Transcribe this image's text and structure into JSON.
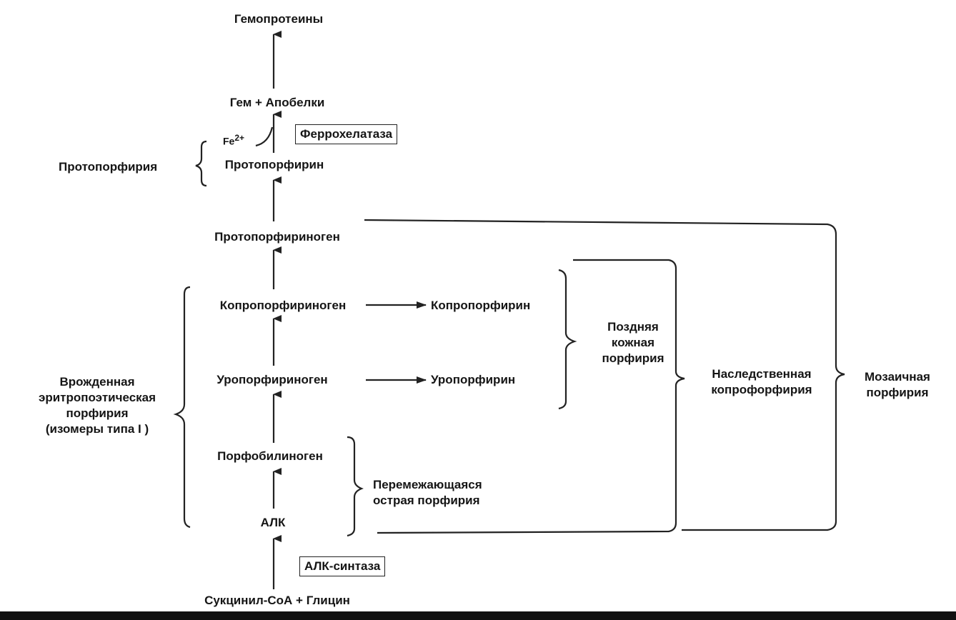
{
  "pathway": {
    "hemoproteins": "Гемопротеины",
    "heme_apoproteins": "Гем + Апобелки",
    "iron": "Fe",
    "iron_charge": "2+",
    "protoporphyrin": "Протопорфирин",
    "protoporphyrinogen": "Протопорфириноген",
    "coproporphyrinogen": "Копропорфириноген",
    "coproporphyrin": "Копропорфирин",
    "uroporphyrinogen": "Уропорфириноген",
    "uroporphyrin": "Уропорфирин",
    "porphobilinogen": "Порфобилиноген",
    "ala": "АЛК",
    "substrates": "Сукцинил-СоА + Глицин"
  },
  "enzymes": {
    "ferrochelatase": "Феррохелатаза",
    "ala_synthase": "АЛК-синтаза"
  },
  "diseases": {
    "protoporphyria": "Протопорфирия",
    "congenital_line1": "Врожденная",
    "congenital_line2": "эритропоэтическая",
    "congenital_line3": "порфирия",
    "congenital_line4": "(изомеры типа I )",
    "late_cutaneous_line1": "Поздняя",
    "late_cutaneous_line2": "кожная",
    "late_cutaneous_line3": "порфирия",
    "hereditary_line1": "Наследственная",
    "hereditary_line2": "копрофорфирия",
    "variegate_line1": "Мозаичная",
    "variegate_line2": "порфирия",
    "acute_line1": "Перемежающаяся",
    "acute_line2": "острая порфирия"
  }
}
